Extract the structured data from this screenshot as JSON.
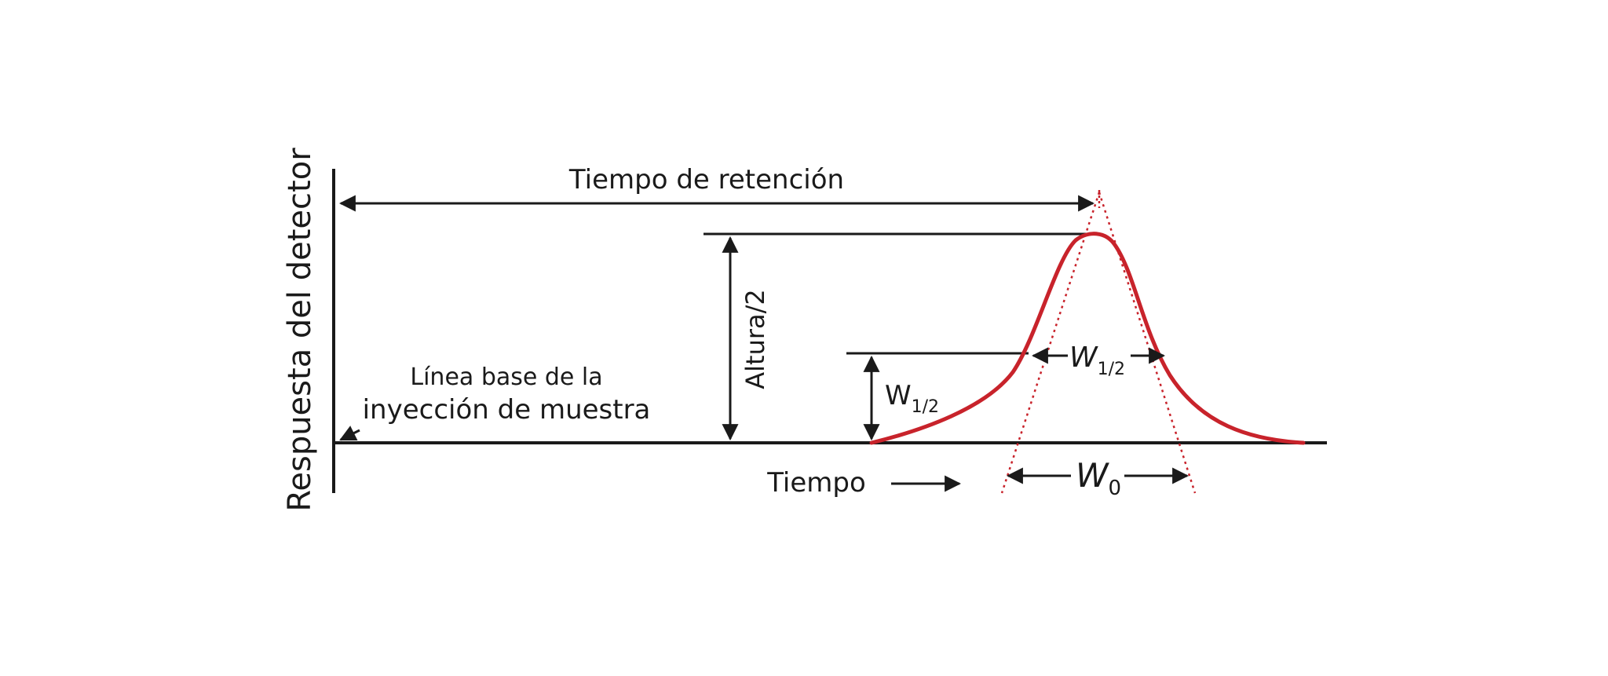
{
  "labels": {
    "y_axis": "Respuesta del detector",
    "retention_time": "Tiempo de retención",
    "half_height": "Altura/2",
    "baseline_line1": "Línea base de la",
    "baseline_line2": "inyección de muestra",
    "time": "Tiempo",
    "w_half_left": "W",
    "w_half_left_sub": "1/2",
    "w_half_right": "W",
    "w_half_right_sub": "1/2",
    "w_base": "W",
    "w_base_sub": "0"
  },
  "colors": {
    "axis": "#1a1a1a",
    "peak": "#c8232b",
    "tangent": "#c8232b"
  }
}
